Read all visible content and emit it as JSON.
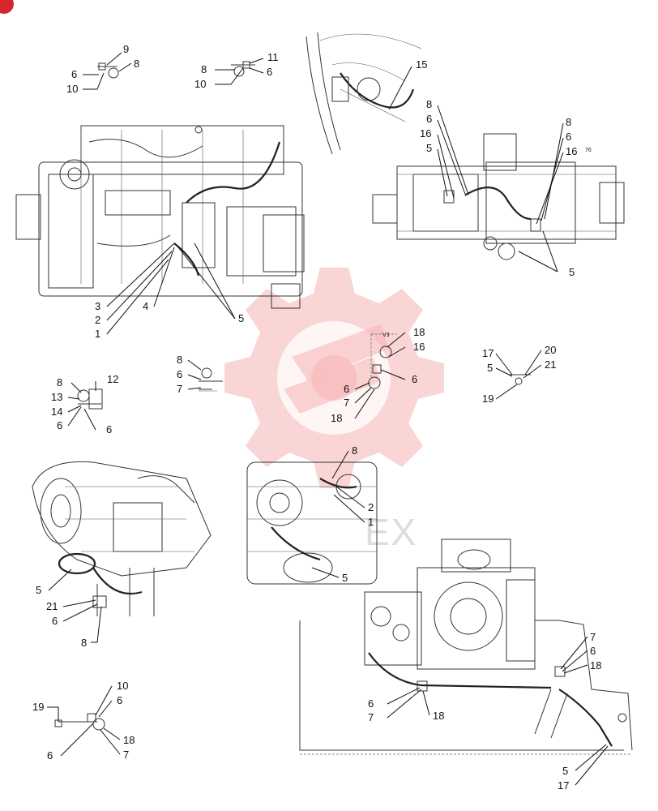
{
  "diagram": {
    "watermark_text": "EX",
    "corner_badge_color": "#d9262e",
    "watermark_color": "#f6b3b3",
    "groups": {
      "clip_top_left": [
        "9",
        "8",
        "6",
        "10"
      ],
      "clip_top_mid": [
        "11",
        "8",
        "6",
        "10"
      ],
      "engine_left": [
        "3",
        "2",
        "1",
        "4",
        "5"
      ],
      "pump_top_right": [
        "15",
        "8",
        "6",
        "16",
        "5",
        "8",
        "6",
        "16",
        "5"
      ],
      "clip_mid_left": [
        "8",
        "13",
        "14",
        "6",
        "12",
        "6"
      ],
      "clip_mid_center": [
        "8",
        "6",
        "7"
      ],
      "clip_mid_right": [
        "18",
        "16",
        "6",
        "6",
        "7",
        "18"
      ],
      "clip_far_right": [
        "17",
        "5",
        "20",
        "21",
        "19"
      ],
      "turbo_left": [
        "5",
        "21",
        "6",
        "8"
      ],
      "engine_center": [
        "8",
        "2",
        "1",
        "5"
      ],
      "clip_bottom_left": [
        "10",
        "6",
        "19",
        "18",
        "6",
        "7"
      ],
      "pump_bottom_right": [
        "7",
        "6",
        "18",
        "6",
        "7",
        "18",
        "5",
        "17"
      ]
    },
    "small_texts": [
      "76",
      "V3"
    ]
  }
}
